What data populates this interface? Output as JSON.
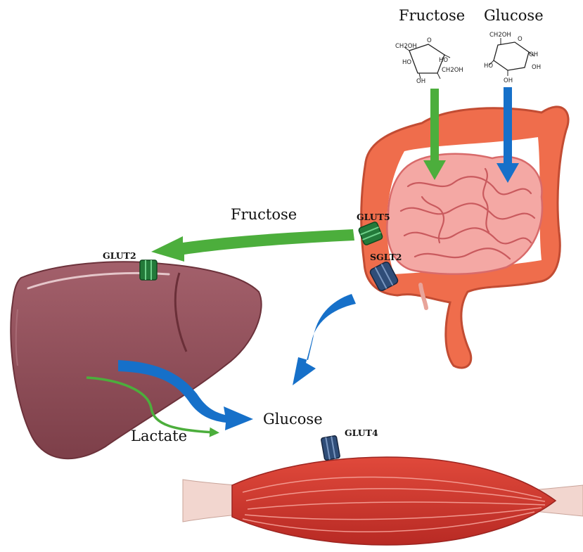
{
  "labels": {
    "fructose_top": "Fructose",
    "glucose_top": "Glucose",
    "fructose_mid": "Fructose",
    "glucose_center": "Glucose",
    "lactate": "Lactate",
    "glut5": "GLUT5",
    "sglt2": "SGLT2",
    "glut2": "GLUT2",
    "glut4": "GLUT4"
  },
  "molecules": {
    "fructose": {
      "ch2oh_left": "CH2OH",
      "o_ring": "O",
      "ho_upper_left": "HO",
      "ho_upper_right": "HO",
      "ch2oh_right": "CH2OH",
      "oh_bottom": "OH"
    },
    "glucose": {
      "ch2oh_top": "CH2OH",
      "o_ring": "O",
      "oh_right": "OH",
      "ho_left": "HO",
      "oh_lower_right": "OH",
      "oh_bottom": "OH"
    }
  },
  "colors": {
    "fructose_arrow": "#4cae3c",
    "glucose_arrow": "#1670c9",
    "glut_green": "#237a3a",
    "glut_blue": "#2f4d78",
    "liver": "#8c4a55",
    "intestine": "#ef6d4c",
    "muscle": "#d9382d"
  }
}
